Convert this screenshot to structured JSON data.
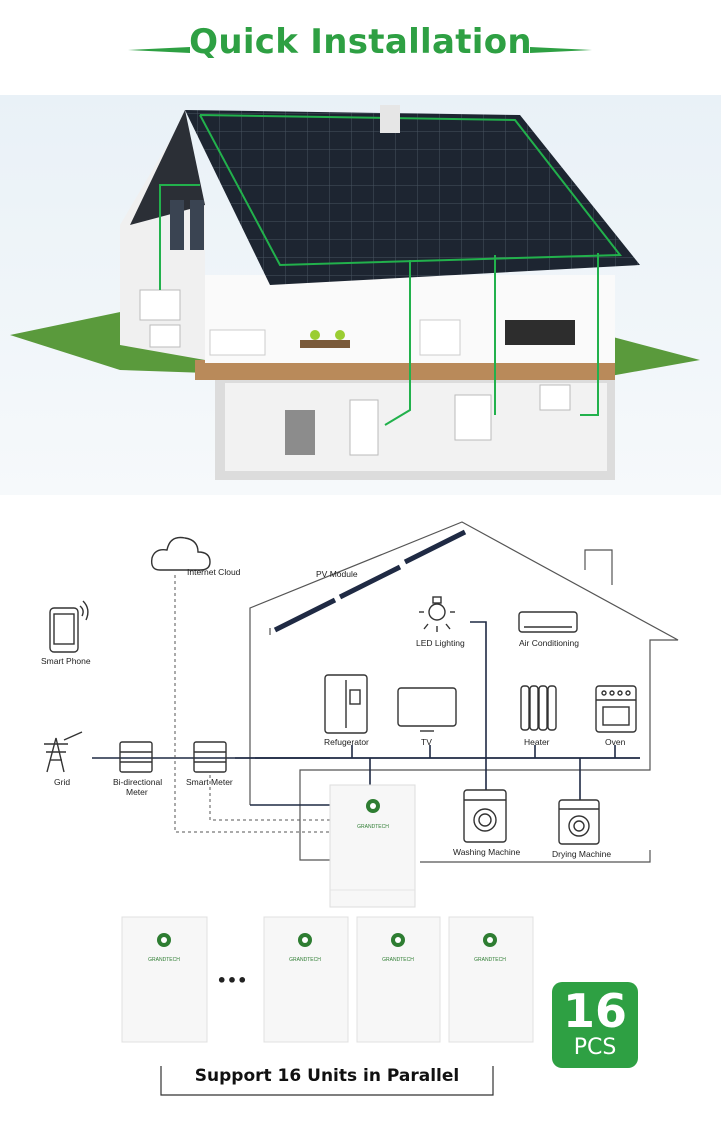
{
  "header": {
    "title": "Quick Installation"
  },
  "colors": {
    "brand_green": "#2ea043",
    "wire": "#1f2a44",
    "roof_outline": "#22b14c"
  },
  "diagram": {
    "labels": {
      "internet_cloud": "Internet Cloud",
      "pv_module": "PV Module",
      "smart_phone": "Smart Phone",
      "led_lighting": "LED Lighting",
      "air_conditioning": "Air Conditioning",
      "refrigerator": "Refugerator",
      "tv": "TV",
      "heater": "Heater",
      "oven": "Oven",
      "grid": "Grid",
      "meter_line1": "Bi-directional",
      "meter_line2": "Meter",
      "smart_meter": "Smart Meter",
      "washing_machine": "Washing Machine",
      "drying_machine": "Drying Machine"
    },
    "brand": "GRANDTECH",
    "ellipsis": "•••"
  },
  "footer": {
    "support_text": "Support 16 Units in Parallel",
    "badge_number": "16",
    "badge_unit": "PCS"
  }
}
